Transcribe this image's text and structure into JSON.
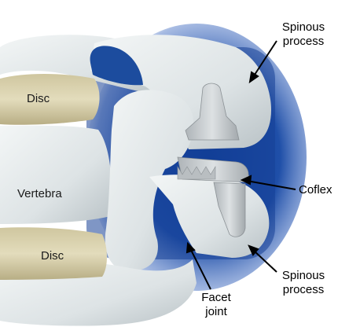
{
  "labels": {
    "disc_top": "Disc",
    "vertebra": "Vertebra",
    "disc_bottom": "Disc",
    "spinous_top_line1": "Spinous",
    "spinous_top_line2": "process",
    "coflex": "Coflex",
    "spinous_bottom_line1": "Spinous",
    "spinous_bottom_line2": "process",
    "facet_line1": "Facet",
    "facet_line2": "joint"
  },
  "colors": {
    "background_shadow": "#1f4fa8",
    "bone": "#e4e9ea",
    "bone_shade": "#c7cfd2",
    "disc": "#d9d2b0",
    "disc_shade": "#bdb48c",
    "implant": "#cfd3d6",
    "text": "#1a1a1a",
    "arrow": "#000000"
  }
}
